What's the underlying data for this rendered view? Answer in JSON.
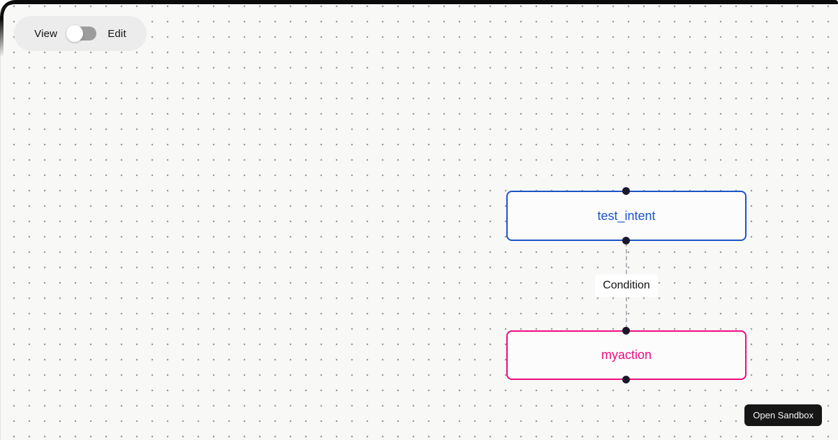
{
  "frame": {
    "background_color": "#f8f8f7",
    "grid_dot_color": "#9a9a9a",
    "border_color": "#0b0b0b"
  },
  "toolbar": {
    "view_label": "View",
    "edit_label": "Edit",
    "toggle_state": "view"
  },
  "flow": {
    "handle_color": "#1a192b",
    "nodes": [
      {
        "id": "intent",
        "label": "test_intent",
        "accent_color": "#1a54c8"
      },
      {
        "id": "action",
        "label": "myaction",
        "accent_color": "#ee0b7e"
      }
    ],
    "edge": {
      "label": "Condition",
      "style": "dashed",
      "color": "#b4b4ba",
      "from": "test_intent",
      "to": "myaction"
    }
  },
  "sandbox": {
    "open_button_label": "Open Sandbox"
  }
}
